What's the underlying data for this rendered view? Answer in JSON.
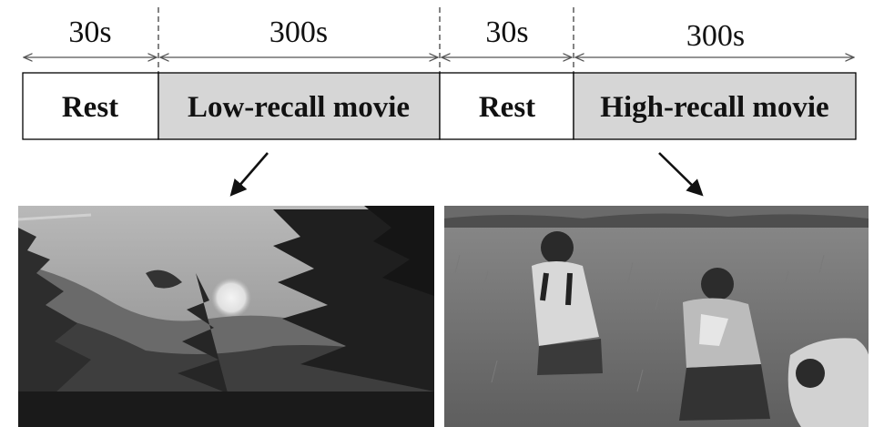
{
  "timeline": {
    "segments": [
      {
        "duration": "30s",
        "label": "Rest",
        "shaded": false
      },
      {
        "duration": "300s",
        "label": "Low-recall movie",
        "shaded": true
      },
      {
        "duration": "30s",
        "label": "Rest",
        "shaded": false
      },
      {
        "duration": "300s",
        "label": "High-recall movie",
        "shaded": true
      }
    ]
  },
  "colors": {
    "shaded_fill": "#d6d6d6",
    "border": "#000000",
    "arrow": "#111111"
  },
  "frames": [
    {
      "id": "low-recall-frame",
      "depicts": "low-recall-movie"
    },
    {
      "id": "high-recall-frame",
      "depicts": "high-recall-movie"
    }
  ]
}
